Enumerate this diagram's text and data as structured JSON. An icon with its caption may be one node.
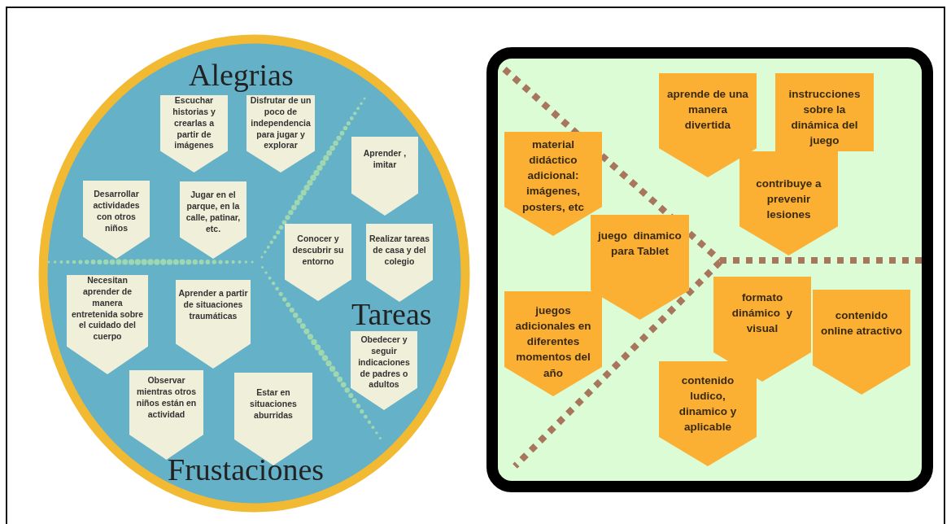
{
  "diagram": {
    "nodes": [
      {
        "text": [
          "Alegrias",
          "Tareas",
          "Frustaciones"
        ]
      },
      {
        "text": [],
        "shape": "box"
      },
      {
        "text": [
          "Escuchar historias y crearlas a partir de imágenes"
        ],
        "in": 0
      },
      {
        "text": [
          "Disfrutar de un poco de independencia para jugar y explorar"
        ],
        "in": 0
      },
      {
        "text": [
          "Aprender , imitar"
        ],
        "in": 0
      },
      {
        "text": [
          "Desarrollar actividades con otros niños"
        ],
        "in": 0
      },
      {
        "text": [
          "Jugar en el parque, en la calle, patinar, etc."
        ],
        "in": 0
      },
      {
        "text": [
          "Conocer y descubrir su entorno"
        ],
        "in": 0
      },
      {
        "text": [
          "Realizar tareas de casa y del colegio"
        ],
        "in": 0
      },
      {
        "text": [
          "Necesitan aprender de manera entretenida sobre el cuidado del cuerpo"
        ],
        "in": 0
      },
      {
        "text": [
          "Aprender a partir de situaciones traumáticas"
        ],
        "in": 0
      },
      {
        "text": [
          "Obedecer y seguir indicaciones de padres o adultos"
        ],
        "in": 0
      },
      {
        "text": [
          "Observar mientras otros niños están en actividad"
        ],
        "in": 0
      },
      {
        "text": [
          "Estar en situaciones aburridas"
        ],
        "in": 0
      },
      {
        "text": [
          "aprende de una manera divertida"
        ],
        "in": 1
      },
      {
        "text": [
          "instrucciones sobre la dinámica del juego"
        ],
        "in": 1
      },
      {
        "text": [
          "material didáctico adicional: imágenes, posters, etc"
        ],
        "in": 1
      },
      {
        "text": [
          "contribuye a prevenir lesiones"
        ],
        "in": 1
      },
      {
        "text": [
          "juego  dinamico para Tablet"
        ],
        "in": 1
      },
      {
        "text": [
          "formato dinámico  y visual"
        ],
        "in": 1
      },
      {
        "text": [
          "contenido online atractivo"
        ],
        "in": 1
      },
      {
        "text": [
          "juegos adicionales en diferentes momentos del año"
        ],
        "in": 1
      },
      {
        "text": [
          "contenido ludico, dinamico y aplicable"
        ],
        "in": 1
      }
    ],
    "edges": []
  }
}
